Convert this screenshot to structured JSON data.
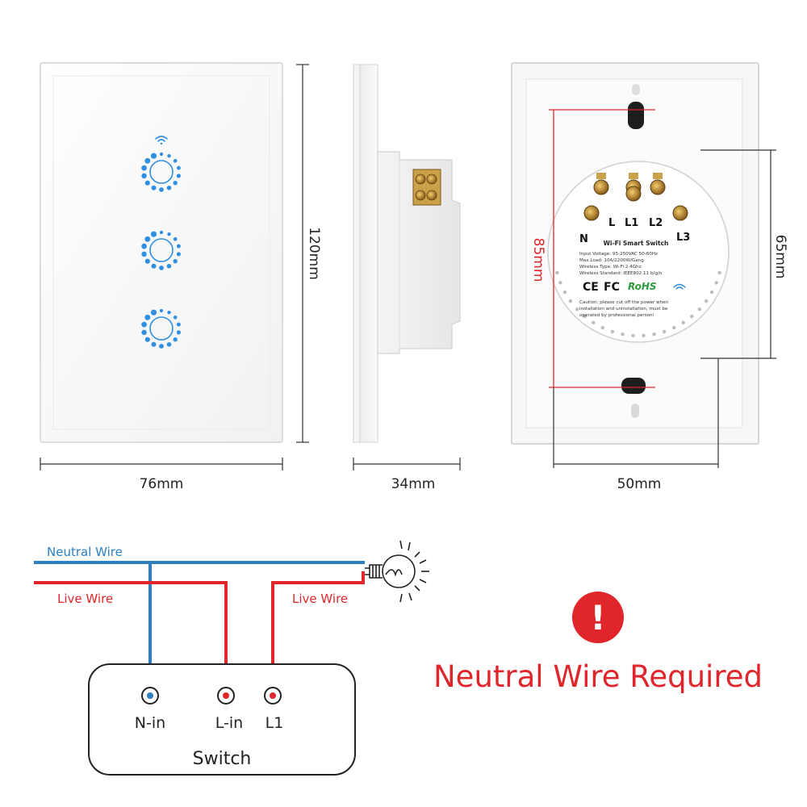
{
  "dimensions": {
    "front_width": "76mm",
    "front_height": "120mm",
    "side_depth": "34mm",
    "back_width": "50mm",
    "back_mount_height": "85mm",
    "back_box_height": "65mm"
  },
  "terminal_labels": {
    "l": "L",
    "l1": "L1",
    "l2": "L2",
    "l3": "L3",
    "n": "N"
  },
  "back_label": {
    "title": "Wi-Fi Smart Switch",
    "specs": [
      "Input Voltage: 95-250VAC 50-60Hz",
      "Max.Load: 10A/2200W/Gang",
      "Wireless Type: Wi-Fi 2.4Ghz",
      "Wireless Standard: IEEE802.11 b/g/n"
    ],
    "ce": "CE",
    "fc": "FC",
    "rohs": "RoHS",
    "caution": [
      "Caution: please cut off the power when",
      "installation and uninstallation, must be",
      "operated by professional person!"
    ]
  },
  "wiring": {
    "neutral_wire": "Neutral Wire",
    "live_wire_left": "Live Wire",
    "live_wire_right": "Live Wire",
    "terminal_n": "N-in",
    "terminal_l": "L-in",
    "terminal_l1": "L1",
    "switch_label": "Switch"
  },
  "notice": {
    "icon_glyph": "!",
    "text": "Neutral Wire Required"
  },
  "colors": {
    "neutral": "#2d7fc1",
    "live": "#e0262a",
    "touch_blue": "#2f8fe0",
    "warning_red": "#e0262a"
  }
}
